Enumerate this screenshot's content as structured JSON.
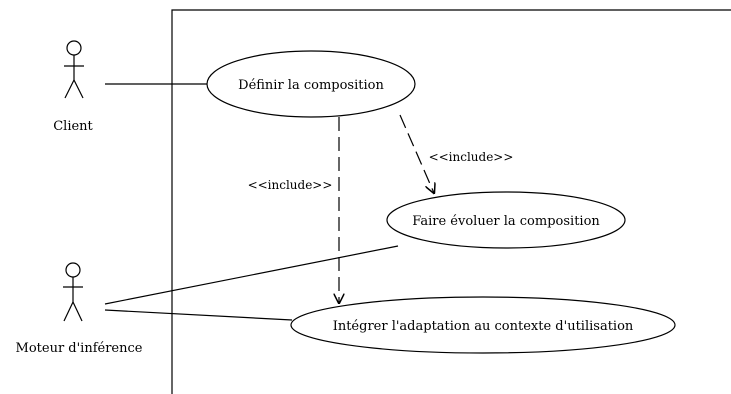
{
  "actors": {
    "client": "Client",
    "engine": "Moteur d'inférence"
  },
  "use_cases": {
    "define": "Définir la composition",
    "evolve": "Faire évoluer la composition",
    "integrate": "Intégrer l'adaptation au contexte d'utilisation"
  },
  "relations": {
    "include_define_evolve": "<<include>>",
    "include_define_integrate": "<<include>>"
  }
}
